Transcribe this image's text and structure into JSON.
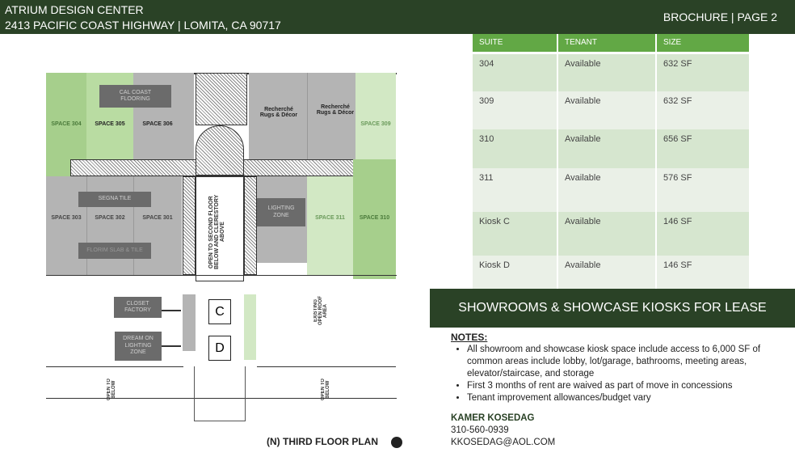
{
  "header": {
    "title": "ATRIUM DESIGN CENTER",
    "address": "2413 PACIFIC COAST HIGHWAY | LOMITA, CA 90717",
    "page": "BROCHURE | PAGE 2"
  },
  "plan": {
    "title": "(N) THIRD FLOOR PLAN",
    "spaces": {
      "s304": "SPACE 304",
      "s305": "SPACE 305",
      "s306": "SPACE 306",
      "s309": "SPACE 309",
      "s303": "SPACE 303",
      "s302": "SPACE 302",
      "s301": "SPACE 301",
      "s311": "SPACE 311",
      "s310": "SPACE 310"
    },
    "tenants": {
      "calcoast": "CAL COAST FLOORING",
      "rech1": "Recherché Rugs & Décor",
      "rech2": "Recherché Rugs & Décor",
      "segna": "SEGNA TILE",
      "florim": "FLORIM SLAB & TILE",
      "lighting": "LIGHTING ZONE",
      "closet": "CLOSET FACTORY",
      "dreamon": "DREAM ON LIGHTING ZONE"
    },
    "atrium": "OPEN TO SECOND FLOOR BELOW AND CLERESTORY ABOVE",
    "open_below_1": "OPEN TO BELOW",
    "open_below_2": "OPEN TO BELOW",
    "existing_roof": "EXISTING OPEN ROOF AREA",
    "kiosk_c": "C",
    "kiosk_d": "D",
    "colors": {
      "available_dark": "#a6cf8c",
      "available_light": "#d2e8c4",
      "leased": "#b4b4b4"
    }
  },
  "table": {
    "headers": [
      "SUITE",
      "TENANT",
      "SIZE"
    ],
    "rows": [
      [
        "304",
        "Available",
        "632 SF"
      ],
      [
        "309",
        "Available",
        "632 SF"
      ],
      [
        "310",
        "Available",
        "656 SF"
      ],
      [
        "311",
        "Available",
        "576 SF"
      ],
      [
        "Kiosk C",
        "Available",
        "146 SF"
      ],
      [
        "Kiosk D",
        "Available",
        "146 SF"
      ]
    ]
  },
  "banner": "SHOWROOMS & SHOWCASE KIOSKS FOR LEASE",
  "notes": {
    "heading": "NOTES:",
    "items": [
      "All showroom and showcase kiosk space include access to 6,000 SF of common areas include lobby, lot/garage, bathrooms, meeting areas, elevator/staircase, and storage",
      "First 3 months of rent are waived as part of move in concessions",
      "Tenant improvement allowances/budget vary"
    ]
  },
  "contact": {
    "name": "KAMER KOSEDAG",
    "phone": "310-560-0939",
    "email": "KKOSEDAG@AOL.COM"
  }
}
